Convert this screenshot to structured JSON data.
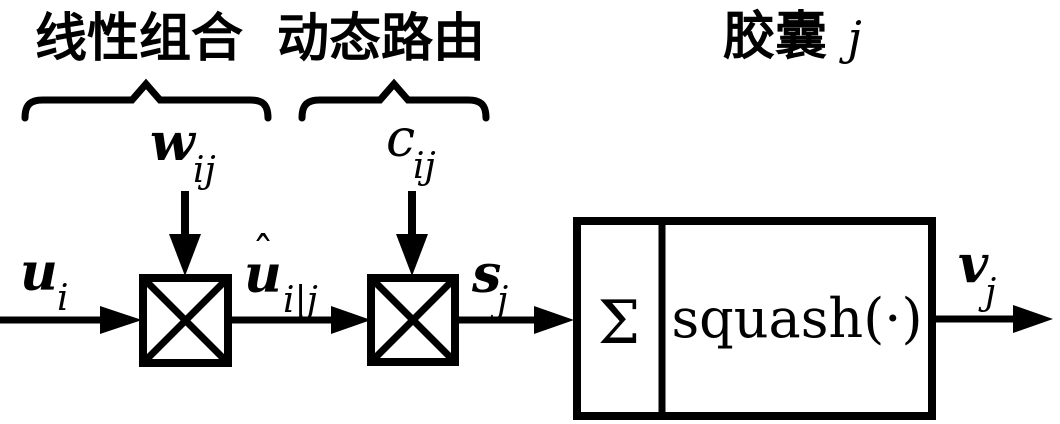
{
  "colors": {
    "ink": "#000000",
    "background": "#ffffff"
  },
  "group_labels": {
    "linear_combination": "线性组合",
    "dynamic_routing": "动态路由",
    "capsule": "胶囊",
    "capsule_index": "j"
  },
  "math_labels": {
    "input_vector": {
      "base": "u",
      "sub": "i"
    },
    "weight_matrix": {
      "base": "w",
      "sub": "ij"
    },
    "prediction_vector": {
      "hat": "ˆ",
      "base": "u",
      "sub": "i|j"
    },
    "coupling_coefficient": {
      "base": "c",
      "sub": "ij"
    },
    "weighted_sum": {
      "base": "s",
      "sub": "j"
    },
    "output_vector": {
      "base": "v",
      "sub": "j"
    }
  },
  "capsule_box": {
    "sum_symbol": "Σ",
    "activation_label": "squash(·)"
  },
  "icons": {
    "multiply_node": "crossed-box-multiply-icon",
    "overbrace": "curly-overbrace-icon",
    "arrowhead": "filled-arrowhead-icon"
  }
}
